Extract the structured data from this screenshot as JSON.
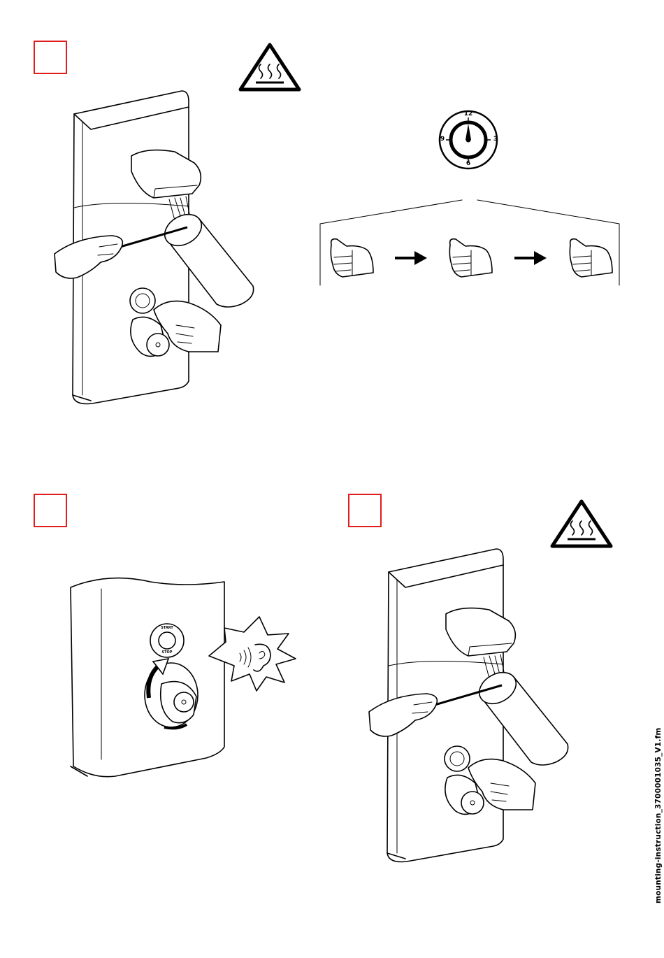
{
  "steps": [
    {
      "id": "step-1",
      "hot_warning": true
    },
    {
      "id": "step-2",
      "hot_warning": false
    },
    {
      "id": "step-3",
      "hot_warning": true
    }
  ],
  "timer": {
    "top": "12",
    "right": "3",
    "bottom": "6",
    "left": "9"
  },
  "button": {
    "top": "START",
    "bottom": "STOP"
  },
  "side_label": "mounting-instruction_3700001035_V1.fm",
  "colors": {
    "step_box": "#e01e1e",
    "line": "#000000",
    "background": "#ffffff"
  },
  "icons": [
    "hot-surface-warning-icon",
    "clock-icon",
    "thumb-press-icon",
    "arrow-right-icon",
    "ear-sound-icon"
  ]
}
